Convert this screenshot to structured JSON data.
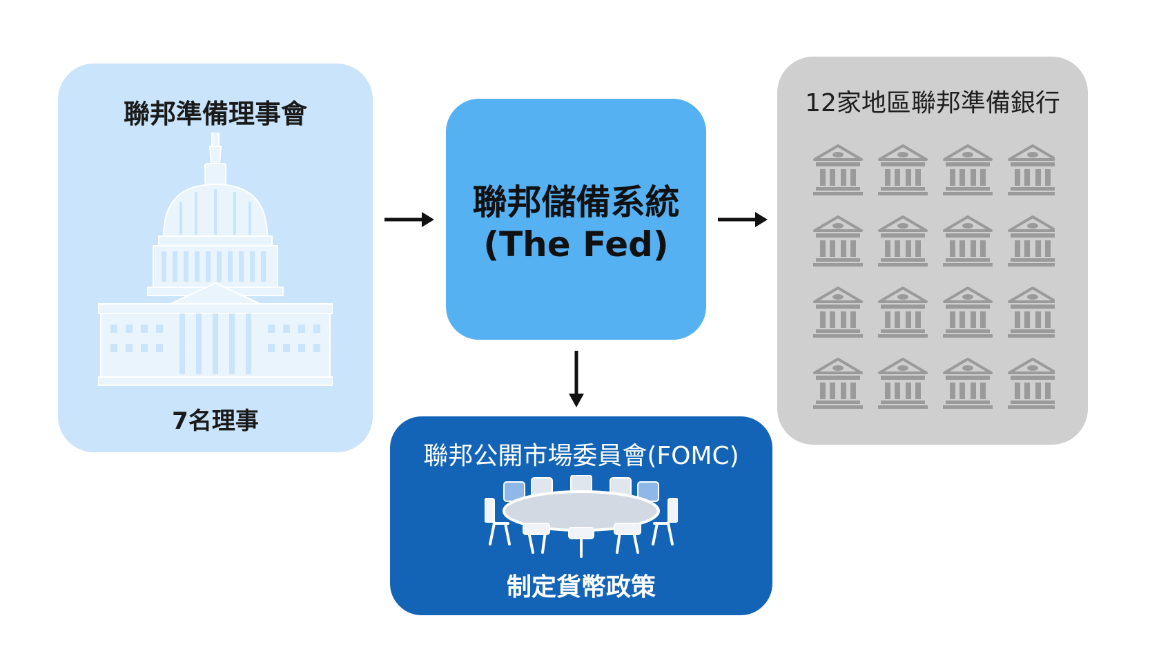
{
  "board": {
    "title": "聯邦準備理事會",
    "members": "7名理事",
    "icon": "capitol-building-icon"
  },
  "fed": {
    "title": "聯邦儲備系統",
    "subtitle": "(The Fed)"
  },
  "regional_banks": {
    "title": "12家地區聯邦準備銀行",
    "icon": "bank-building-icon",
    "icon_count": 16
  },
  "fomc": {
    "title": "聯邦公開市場委員會(FOMC)",
    "description": "制定貨幣政策",
    "icon": "meeting-table-icon"
  },
  "colors": {
    "board_bg": "#c9e4fb",
    "fed_bg": "#56b1f3",
    "banks_bg": "#cfcfcf",
    "fomc_bg": "#1364b6",
    "arrow": "#111111"
  }
}
